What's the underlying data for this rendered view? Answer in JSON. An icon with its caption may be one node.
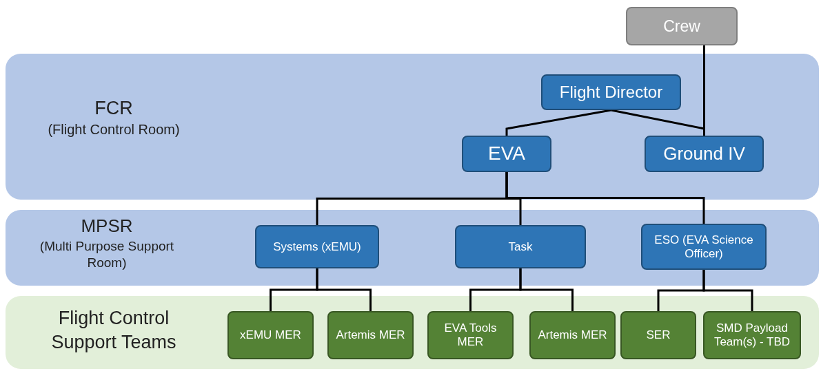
{
  "diagram": {
    "nodes": [
      {
        "text": [
          "FCR",
          "(Flight Control Room)"
        ]
      },
      {
        "text": [
          "MPSR",
          "(Multi Purpose Support Room)"
        ]
      },
      {
        "text": [
          "Flight Control Support Teams"
        ]
      },
      {
        "text": [
          "Crew"
        ]
      },
      {
        "text": [
          "Flight Director"
        ],
        "in": 0
      },
      {
        "text": [
          "EVA"
        ],
        "in": 0
      },
      {
        "text": [
          "Ground IV"
        ],
        "in": 0
      },
      {
        "text": [
          "Systems (xEMU)"
        ],
        "in": 1
      },
      {
        "text": [
          "Task"
        ],
        "in": 1
      },
      {
        "text": [
          "ESO (EVA Science Officer)"
        ],
        "in": 1
      },
      {
        "text": [
          "xEMU MER"
        ],
        "in": 2
      },
      {
        "text": [
          "Artemis MER"
        ],
        "in": 2
      },
      {
        "text": [
          "EVA Tools MER"
        ],
        "in": 2
      },
      {
        "text": [
          "Artemis MER"
        ],
        "in": 2
      },
      {
        "text": [
          "SER"
        ],
        "in": 2
      },
      {
        "text": [
          "SMD Payload Team(s) - TBD"
        ],
        "in": 2
      }
    ],
    "edges": [
      {
        "from": 4,
        "to": 5,
        "arrow": "none"
      },
      {
        "from": 4,
        "to": 6,
        "arrow": "none"
      },
      {
        "from": 3,
        "to": 6,
        "arrow": "none"
      },
      {
        "from": 5,
        "to": 7,
        "arrow": "none"
      },
      {
        "from": 5,
        "to": 8,
        "arrow": "none"
      },
      {
        "from": 5,
        "to": 9,
        "arrow": "none"
      },
      {
        "from": 7,
        "to": 10,
        "arrow": "none"
      },
      {
        "from": 7,
        "to": 11,
        "arrow": "none"
      },
      {
        "from": 8,
        "to": 12,
        "arrow": "none"
      },
      {
        "from": 8,
        "to": 13,
        "arrow": "none"
      },
      {
        "from": 9,
        "to": 14,
        "arrow": "none"
      },
      {
        "from": 9,
        "to": 15,
        "arrow": "none"
      }
    ]
  }
}
